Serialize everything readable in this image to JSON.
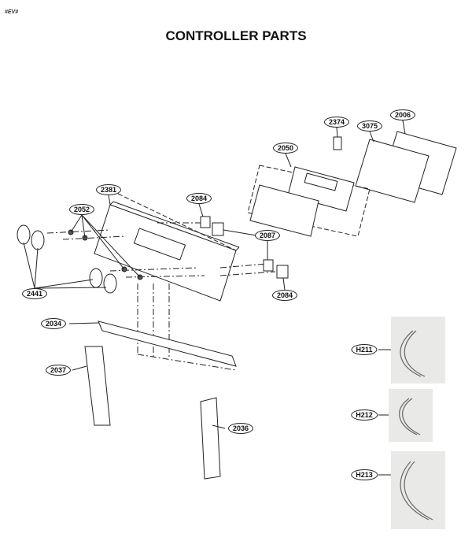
{
  "page_code": "#EV#",
  "title": "CONTROLLER PARTS",
  "parts": {
    "p2374": "2374",
    "p3075": "3075",
    "p2006": "2006",
    "p2050": "2050",
    "p2381": "2381",
    "p2084a": "2084",
    "p2052": "2052",
    "p2087": "2087",
    "p2441": "2441",
    "p2084b": "2084",
    "p2034": "2034",
    "p2037": "2037",
    "p2036": "2036"
  },
  "harnesses": {
    "h211": "H211",
    "h212": "H212",
    "h213": "H213"
  }
}
